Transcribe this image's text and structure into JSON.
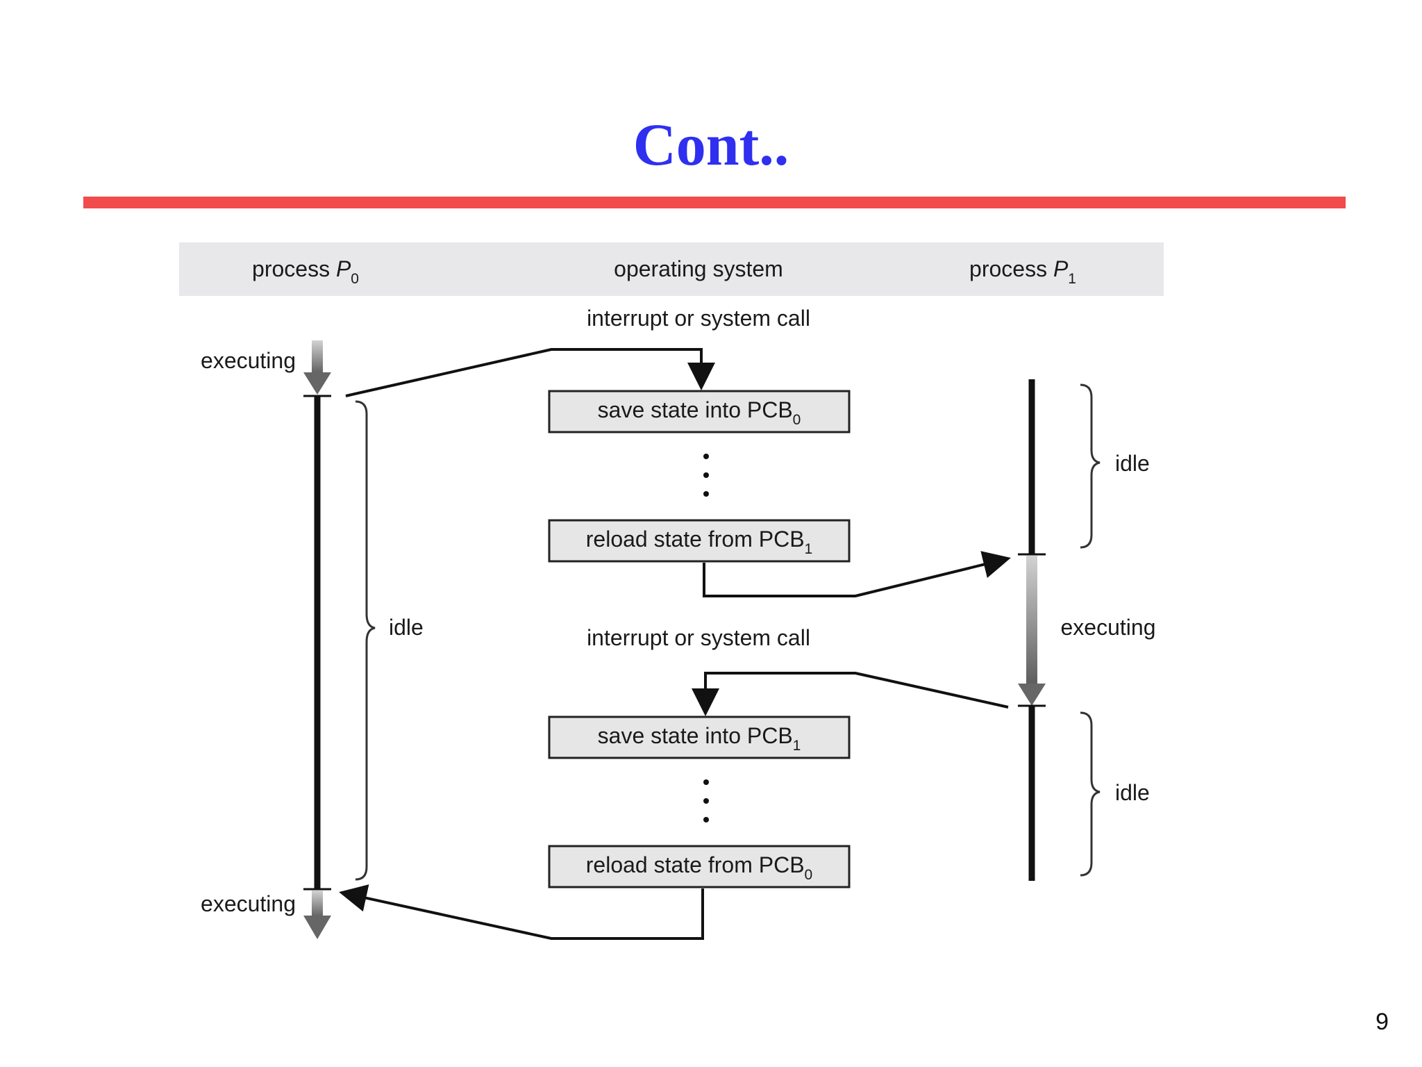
{
  "slide": {
    "title": "Cont..",
    "page_number": "9"
  },
  "diagram": {
    "headers": {
      "p0": {
        "text": "process ",
        "var": "P",
        "sub": "0"
      },
      "os": {
        "text": "operating system"
      },
      "p1": {
        "text": "process ",
        "var": "P",
        "sub": "1"
      }
    },
    "interrupt_label_1": "interrupt or system call",
    "interrupt_label_2": "interrupt or system call",
    "boxes": {
      "save_pcb0": {
        "text": "save state into PCB",
        "sub": "0"
      },
      "reload_pcb1": {
        "text": "reload state from PCB",
        "sub": "1"
      },
      "save_pcb1": {
        "text": "save state into PCB",
        "sub": "1"
      },
      "reload_pcb0": {
        "text": "reload state from PCB",
        "sub": "0"
      }
    },
    "p0_labels": {
      "executing_top": "executing",
      "idle": "idle",
      "executing_bottom": "executing"
    },
    "p1_labels": {
      "idle_top": "idle",
      "executing": "executing",
      "idle_bottom": "idle"
    },
    "colors": {
      "title": "#2f2ff0",
      "rule": "#f24b4b",
      "header_band": "#e8e8ea",
      "box_fill": "#e6e6e6"
    }
  }
}
